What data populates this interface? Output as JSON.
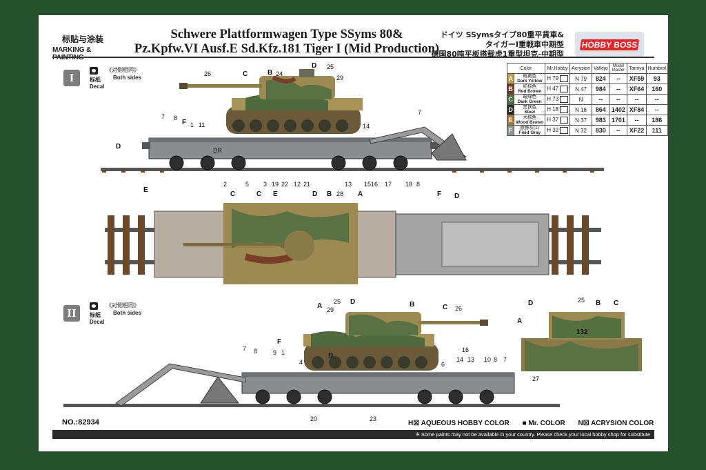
{
  "header": {
    "cn_label": "标贴与涂装",
    "en_label": "MARKING & PAINTING",
    "title_line1": "Schwere Plattformwagen Type SSyms 80&",
    "title_line2": "Pz.Kpfw.VI Ausf.E Sd.Kfz.181 Tiger I (Mid Production)",
    "jp_line1": "ドイツ SSymsタイプ80重平貨車&",
    "jp_line2": "タイガーⅠ重戦車中期型",
    "cn_line3": "德国80吨平板搭载虎1重型坦克-中期型",
    "logo": "HOBBY BOSS"
  },
  "sections": [
    {
      "roman": "I",
      "decal_label": "Decal",
      "decal_cn": "标纸",
      "side_cn": "《对侧相同》",
      "side_en": "Both sides"
    },
    {
      "roman": "II",
      "decal_label": "Decal",
      "decal_cn": "标纸",
      "side_cn": "《对侧相同》",
      "side_en": "Both sides"
    }
  ],
  "color_table": {
    "headers": [
      "Color",
      "Mr.Hobby",
      "Acrysion",
      "Vallejo",
      "Model Master",
      "Tamiya",
      "Humbrol"
    ],
    "rows": [
      {
        "tag": "A",
        "cn": "暗黄色",
        "en": "Dark Yellow",
        "swatch": "#b9a04a",
        "mrhobby": "H 79",
        "acrysion": "N 79",
        "vallejo": "824",
        "modelmaster": "--",
        "tamiya": "XF59",
        "humbrol": "93"
      },
      {
        "tag": "B",
        "cn": "红棕色",
        "en": "Red Brown",
        "swatch": "#7a3a22",
        "mrhobby": "H 47",
        "acrysion": "N 47",
        "vallejo": "984",
        "modelmaster": "--",
        "tamiya": "XF64",
        "humbrol": "160"
      },
      {
        "tag": "C",
        "cn": "暗绿色",
        "en": "Dark Green",
        "swatch": "#4c6a3c",
        "mrhobby": "H 73",
        "acrysion": "N",
        "vallejo": "--",
        "modelmaster": "--",
        "tamiya": "--",
        "humbrol": "--"
      },
      {
        "tag": "D",
        "cn": "黑铁色",
        "en": "Steel",
        "swatch": "#2b2b2b",
        "mrhobby": "H 18",
        "acrysion": "N 18",
        "vallejo": "864",
        "modelmaster": "1402",
        "tamiya": "XF84",
        "humbrol": "--"
      },
      {
        "tag": "E",
        "cn": "木棕色",
        "en": "Wood Brown",
        "swatch": "#a67a36",
        "mrhobby": "H 37",
        "acrysion": "N 37",
        "vallejo": "983",
        "modelmaster": "1701",
        "tamiya": "--",
        "humbrol": "186"
      },
      {
        "tag": "F",
        "cn": "原野灰(1)",
        "en": "Field Gray",
        "swatch": "#8f9690",
        "mrhobby": "H 32",
        "acrysion": "N 32",
        "vallejo": "830",
        "modelmaster": "--",
        "tamiya": "XF22",
        "humbrol": "111"
      }
    ]
  },
  "callouts_top": [
    "26",
    "C",
    "B",
    "24",
    "D",
    "25",
    "29",
    "7",
    "8",
    "F",
    "1",
    "11",
    "D",
    "14",
    "7",
    "2",
    "5",
    "3",
    "19",
    "22",
    "12",
    "21",
    "13",
    "15",
    "16",
    "17",
    "18",
    "8"
  ],
  "callouts_top_labels": [
    "E",
    "C",
    "C",
    "E",
    "D",
    "B",
    "28",
    "A",
    "F",
    "D"
  ],
  "callouts_bottom": [
    "A",
    "29",
    "25",
    "D",
    "B",
    "C",
    "26",
    "7",
    "8",
    "F",
    "9",
    "1",
    "4",
    "D",
    "16",
    "14",
    "13",
    "10",
    "8",
    "7",
    "6",
    "20",
    "23"
  ],
  "callouts_rear": [
    "D",
    "25",
    "B",
    "C",
    "A",
    "27"
  ],
  "turret_number": "132",
  "wagon_mark": "DR",
  "footer": {
    "model_no": "NO.:82934",
    "legend": [
      "H☒ AQUEOUS HOBBY COLOR",
      "■ Mr. COLOR",
      "N☒ ACRYSION COLOR"
    ],
    "note": "※ Some paints may not be available in your country. Please check your local hobby shop for substitute"
  }
}
